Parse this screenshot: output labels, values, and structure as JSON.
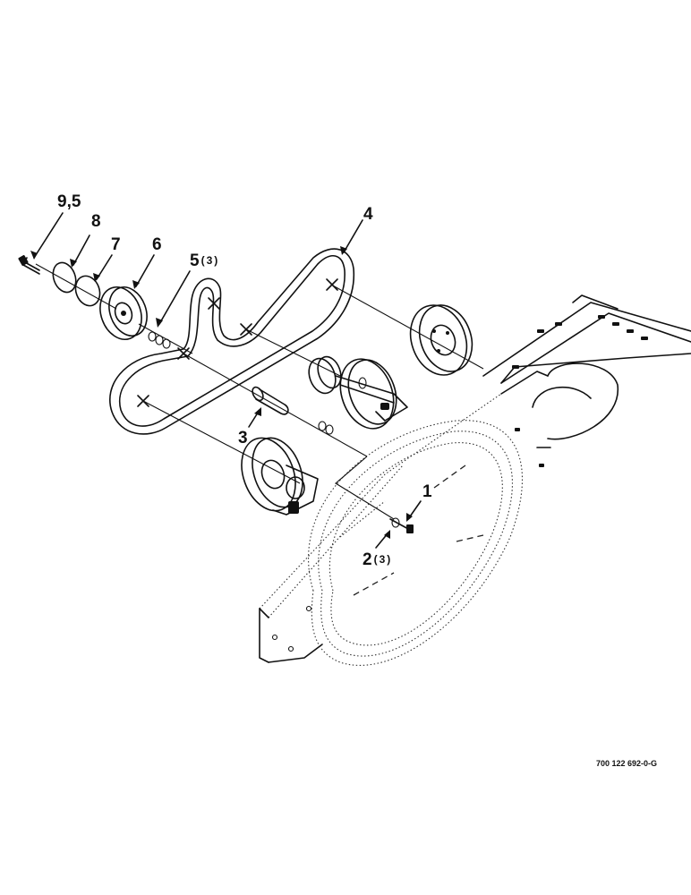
{
  "callouts": [
    {
      "id": "c95",
      "number": "9,5",
      "qty": ""
    },
    {
      "id": "c8",
      "number": "8",
      "qty": ""
    },
    {
      "id": "c7",
      "number": "7",
      "qty": ""
    },
    {
      "id": "c6",
      "number": "6",
      "qty": ""
    },
    {
      "id": "c5",
      "number": "5",
      "qty": "(3)"
    },
    {
      "id": "c4",
      "number": "4",
      "qty": ""
    },
    {
      "id": "c3",
      "number": "3",
      "qty": ""
    },
    {
      "id": "c1",
      "number": "1",
      "qty": ""
    },
    {
      "id": "c2",
      "number": "2",
      "qty": "(3)"
    }
  ],
  "drawing_id": "700 122 692-0-G"
}
